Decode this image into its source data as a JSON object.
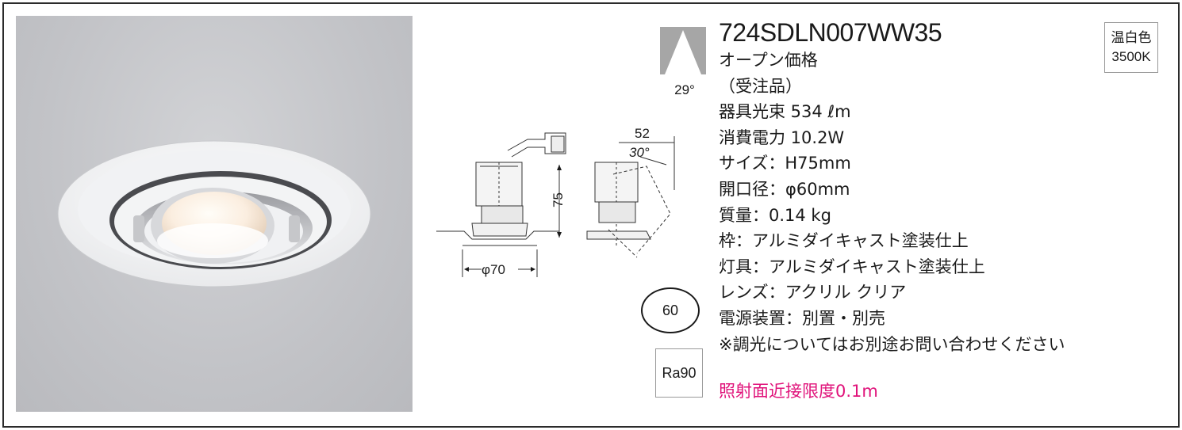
{
  "product": {
    "model": "724SDLN007WW35",
    "price": "オープン価格",
    "order_note": "（受注品）",
    "specs": [
      "器具光束 534 ℓm",
      "消費電力 10.2W",
      "サイズ：H75mm",
      "開口径：φ60mm",
      "質量：0.14 kg",
      "枠：アルミダイキャスト塗装仕上",
      "灯具：アルミダイキャスト塗装仕上",
      "レンズ：アクリル クリア",
      "電源装置：別置・別売",
      "※調光についてはお別途お問い合わせください"
    ],
    "notice": "照射面近接限度0.1m"
  },
  "beam": {
    "angle": "29°",
    "icon": "beam-angle-icon"
  },
  "aperture": {
    "value": "60"
  },
  "cri": {
    "label": "Ra90"
  },
  "color_temp": {
    "name": "温白色",
    "kelvin": "3500K"
  },
  "drawing": {
    "width_label": "φ70",
    "height_label": "75",
    "depth_label": "52",
    "tilt_label": "30°"
  },
  "colors": {
    "notice": "#e0127a",
    "border": "#2b2b2b",
    "beam_gray": "#a6a6a6"
  }
}
